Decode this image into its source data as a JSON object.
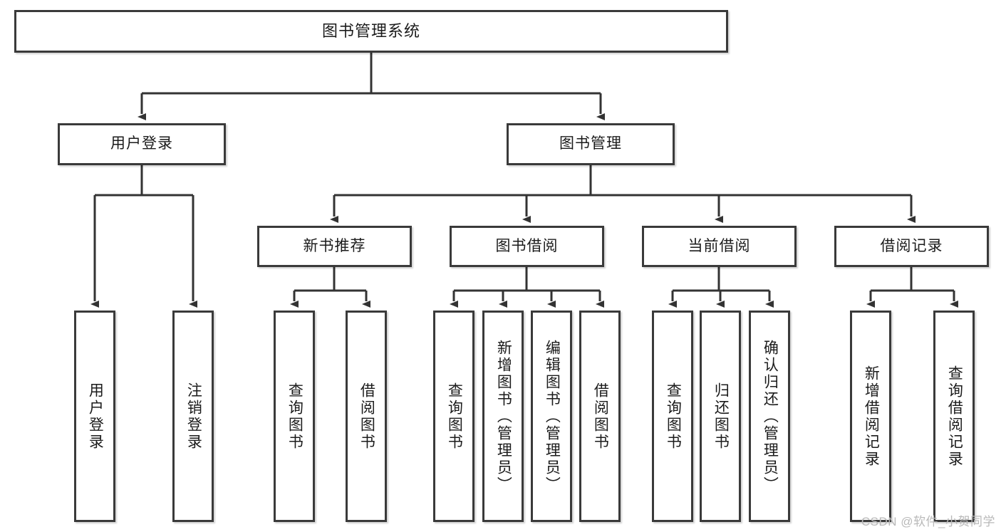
{
  "diagram": {
    "type": "tree",
    "title": "图书管理系统",
    "watermark": "CSDN @软件_小贺同学",
    "colors": {
      "box_border": "#3a3a3a",
      "box_fill": "#ffffff",
      "edge": "#333333",
      "text": "#1b1b1b",
      "watermark": "#b9b9b9"
    },
    "nodes": {
      "root": {
        "label": "图书管理系统"
      },
      "level2": [
        {
          "id": "user-login",
          "label": "用户登录"
        },
        {
          "id": "book-manage",
          "label": "图书管理"
        }
      ],
      "level3": [
        {
          "id": "new-book-rec",
          "label": "新书推荐"
        },
        {
          "id": "book-borrow",
          "label": "图书借阅"
        },
        {
          "id": "current-borrow",
          "label": "当前借阅"
        },
        {
          "id": "borrow-record",
          "label": "借阅记录"
        }
      ],
      "leaves": {
        "user-login": [
          {
            "id": "leaf-user-login",
            "label": "用户登录"
          },
          {
            "id": "leaf-logout",
            "label": "注销登录"
          }
        ],
        "new-book-rec": [
          {
            "id": "leaf-query-book-1",
            "label": "查询图书"
          },
          {
            "id": "leaf-borrow-book-1",
            "label": "借阅图书"
          }
        ],
        "book-borrow": [
          {
            "id": "leaf-query-book-2",
            "label": "查询图书"
          },
          {
            "id": "leaf-add-book",
            "label": "新增图书（管理员）"
          },
          {
            "id": "leaf-edit-book",
            "label": "编辑图书（管理员）"
          },
          {
            "id": "leaf-borrow-book-2",
            "label": "借阅图书"
          }
        ],
        "current-borrow": [
          {
            "id": "leaf-query-book-3",
            "label": "查询图书"
          },
          {
            "id": "leaf-return-book",
            "label": "归还图书"
          },
          {
            "id": "leaf-confirm-return",
            "label": "确认归还（管理员）"
          }
        ],
        "borrow-record": [
          {
            "id": "leaf-add-record",
            "label": "新增借阅记录"
          },
          {
            "id": "leaf-query-record",
            "label": "查询借阅记录"
          }
        ]
      }
    }
  }
}
